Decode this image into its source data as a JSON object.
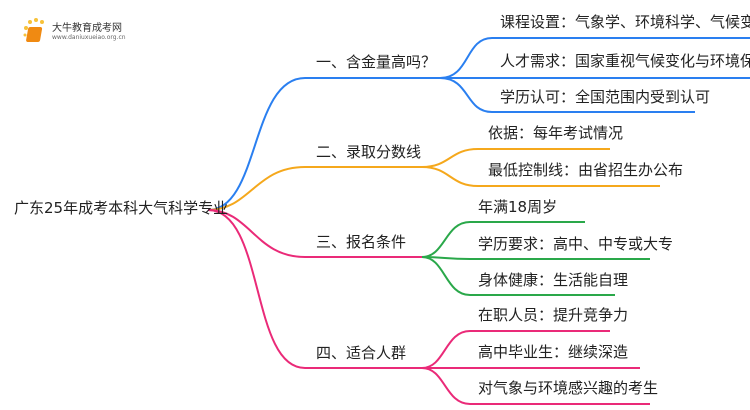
{
  "logo": {
    "title": "大牛教育成考网",
    "url": "www.daniuxueiao.org.cn"
  },
  "root": "广东25年成考本科大气科学专业",
  "colors": {
    "b1": "#2a7ff0",
    "b2": "#f5a81c",
    "b3": "#ea2a78",
    "b4": "#ea2a78"
  },
  "branches": [
    {
      "label": "一、含金量高吗？",
      "children": [
        "课程设置：气象学、环境科学、气候变化",
        "人才需求：国家重视气候变化与环境保护",
        "学历认可：全国范围内受到认可"
      ]
    },
    {
      "label": "二、录取分数线",
      "children": [
        "依据：每年考试情况",
        "最低控制线：由省招生办公布"
      ]
    },
    {
      "label": "三、报名条件",
      "children": [
        "年满18周岁",
        "学历要求：高中、中专或大专",
        "身体健康：生活能自理"
      ]
    },
    {
      "label": "四、适合人群",
      "children": [
        "在职人员：提升竞争力",
        "高中毕业生：继续深造",
        "对气象与环境感兴趣的考生"
      ]
    }
  ]
}
